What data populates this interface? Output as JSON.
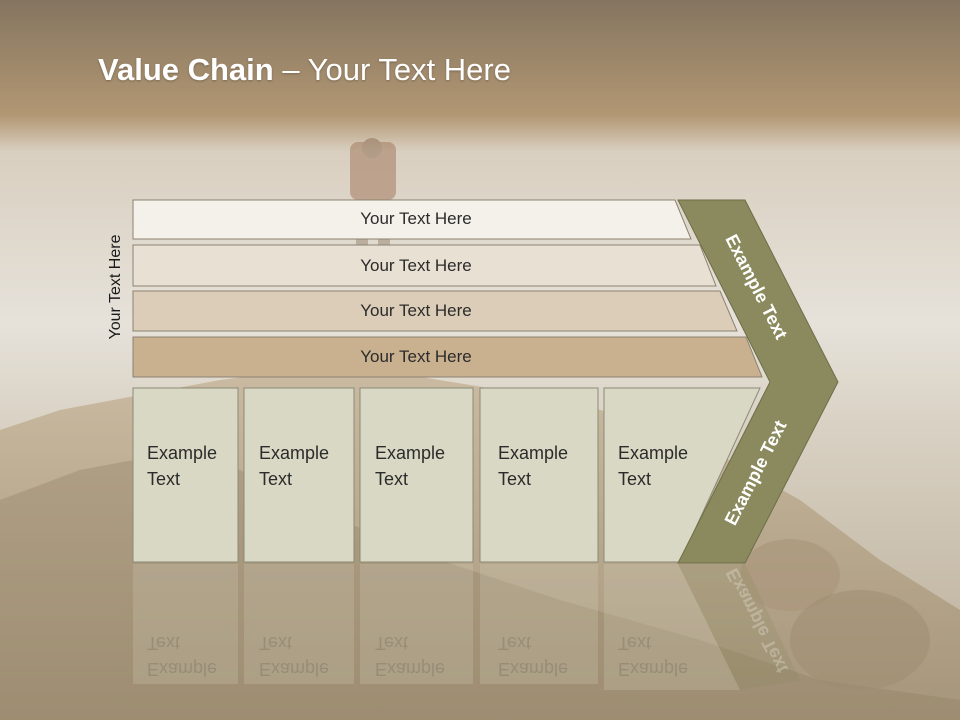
{
  "slide": {
    "title_bold": "Value Chain",
    "title_rest": " – Your Text Here",
    "side_label": "Your Text Here"
  },
  "bands": [
    {
      "label": "Your Text Here",
      "fill": "#f3f1ea"
    },
    {
      "label": "Your Text Here",
      "fill": "#e8e0d2"
    },
    {
      "label": "Your Text Here",
      "fill": "#dccdb8"
    },
    {
      "label": "Your Text Here",
      "fill": "#c9b08f"
    }
  ],
  "boxes": [
    {
      "label": "Example Text"
    },
    {
      "label": "Example Text"
    },
    {
      "label": "Example Text"
    },
    {
      "label": "Example Text"
    },
    {
      "label": "Example Text"
    }
  ],
  "chevron": {
    "upper_label": "Example Text",
    "lower_label": "Example Text",
    "fill": "#8a8a5e"
  },
  "colors": {
    "box_fill": "#d8d8c4",
    "header_bar": "#a38d6e"
  }
}
